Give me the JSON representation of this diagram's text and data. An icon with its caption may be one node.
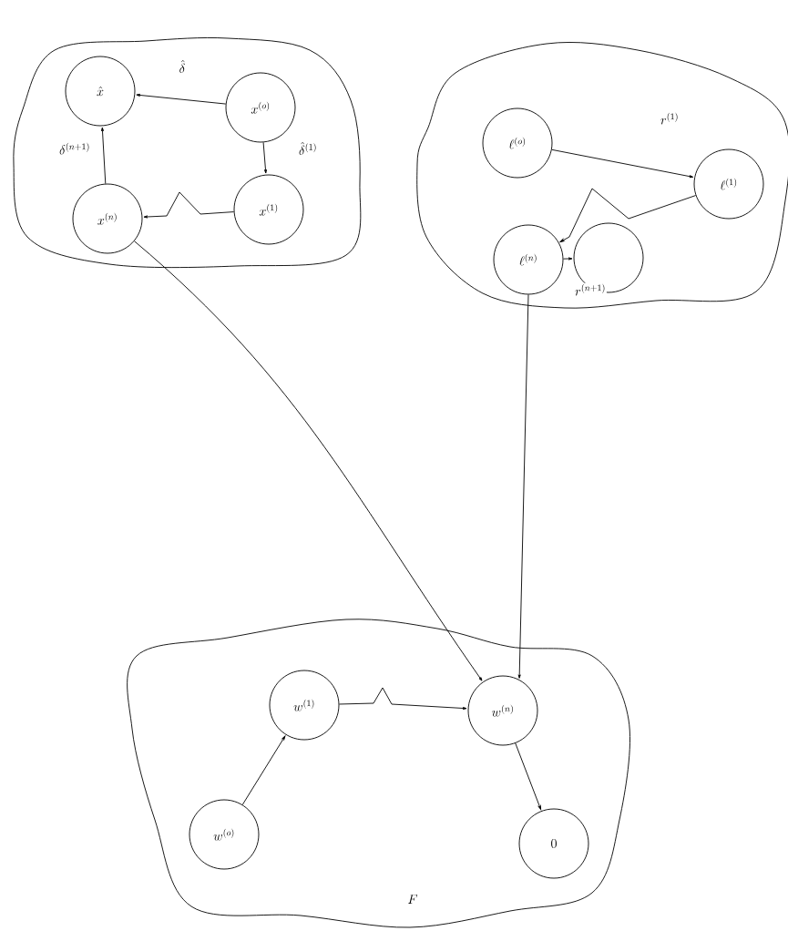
{
  "diagram": {
    "nodes": [
      {
        "text": [],
        "shape": "cloud"
      },
      {
        "text": [
          "\\hat{x}"
        ],
        "in": 0
      },
      {
        "text": [
          "x^{(o)}"
        ],
        "in": 0
      },
      {
        "text": [
          "x^{(n)}"
        ],
        "in": 0
      },
      {
        "text": [
          "x^{(1)}"
        ],
        "in": 0
      },
      {
        "text": [],
        "shape": "cloud"
      },
      {
        "text": [
          "\\ell^{(o)}"
        ],
        "in": 5
      },
      {
        "text": [
          "\\ell^{(1)}"
        ],
        "in": 5
      },
      {
        "text": [
          "\\ell^{(n)}"
        ],
        "in": 5
      },
      {
        "text": [],
        "shape": "circle",
        "in": 5
      },
      {
        "text": [
          "F"
        ]
      },
      {
        "text": [
          "w^{(1)}"
        ],
        "in": 10
      },
      {
        "text": [
          "w^{(n)}"
        ],
        "in": 10
      },
      {
        "text": [
          "w^{(o)}"
        ],
        "in": 10
      },
      {
        "text": [
          "0"
        ],
        "in": 10
      }
    ],
    "edges": [
      {
        "from": 2,
        "to": 1,
        "arrow": "to",
        "label": "\\hat{\\delta}"
      },
      {
        "from": 2,
        "to": 4,
        "arrow": "to",
        "label": "\\hat{\\delta}^{(1)}"
      },
      {
        "from": 4,
        "to": 3,
        "arrow": "to"
      },
      {
        "from": 3,
        "to": 1,
        "arrow": "to",
        "label": "\\delta^{(n+1)}"
      },
      {
        "from": 6,
        "to": 7,
        "arrow": "to",
        "label": "r^{(1)}"
      },
      {
        "from": 7,
        "to": 8,
        "arrow": "to"
      },
      {
        "from": 8,
        "to": 9,
        "arrow": "to",
        "label": "r^{(n+1)}"
      },
      {
        "from": 13,
        "to": 11,
        "arrow": "to"
      },
      {
        "from": 11,
        "to": 12,
        "arrow": "to"
      },
      {
        "from": 12,
        "to": 14,
        "arrow": "to"
      },
      {
        "from": 3,
        "to": 12,
        "arrow": "to"
      },
      {
        "from": 8,
        "to": 12,
        "arrow": "to"
      }
    ]
  }
}
